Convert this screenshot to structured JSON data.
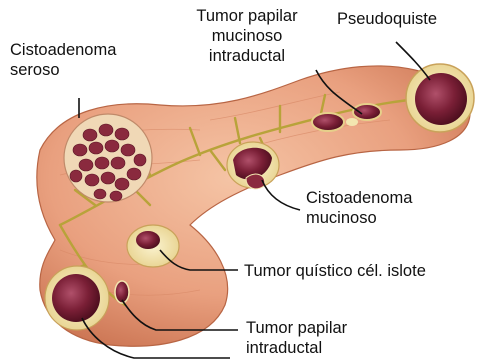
{
  "labels": {
    "cistoadenoma_seroso": [
      "Cistoadenoma",
      "seroso"
    ],
    "tumor_papilar_mucinoso": [
      "Tumor papilar",
      "mucinoso",
      "intraductal"
    ],
    "pseudoquiste": [
      "Pseudoquiste"
    ],
    "cistoadenoma_mucinoso": [
      "Cistoadenoma",
      "mucinoso"
    ],
    "tumor_quistico": [
      "Tumor quístico cél. islote"
    ],
    "tumor_papilar_intraductal": [
      "Tumor papilar",
      "intraductal"
    ]
  },
  "colors": {
    "tissue": "#e9a07f",
    "tissue_dark": "#c9714f",
    "cyst_fill": "#7a1f36",
    "cyst_rim": "#f3e6b0",
    "duct": "#b8a33a"
  }
}
